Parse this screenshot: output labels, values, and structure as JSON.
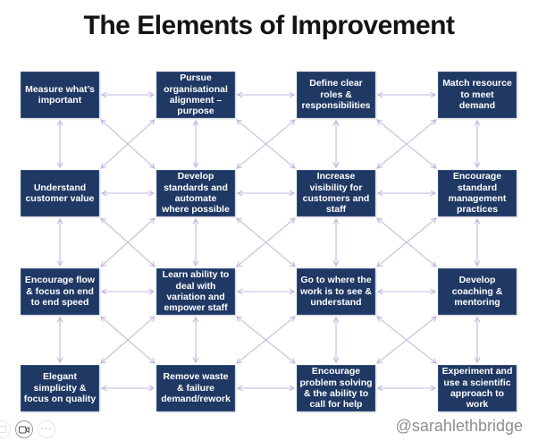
{
  "title": "The Elements of Improvement",
  "attribution": "@sarahlethbridge",
  "colors": {
    "box_fill": "#1f3864",
    "box_border": "#33517f",
    "box_text": "#ffffff",
    "arrow": "#c3b9dc",
    "title_text": "#141414",
    "attribution_text": "#8e8e8e"
  },
  "grid": {
    "rows": 4,
    "cols": 4,
    "boxes": [
      {
        "row": 1,
        "col": 1,
        "label": "Measure what’s\nimportant"
      },
      {
        "row": 1,
        "col": 2,
        "label": "Pursue\norganisational\nalignment –\npurpose"
      },
      {
        "row": 1,
        "col": 3,
        "label": "Define clear\nroles &\nresponsibilities"
      },
      {
        "row": 1,
        "col": 4,
        "label": "Match resource\nto meet\ndemand"
      },
      {
        "row": 2,
        "col": 1,
        "label": "Understand\ncustomer value"
      },
      {
        "row": 2,
        "col": 2,
        "label": "Develop\nstandards and\nautomate\nwhere possible"
      },
      {
        "row": 2,
        "col": 3,
        "label": "Increase\nvisibility for\ncustomers and\nstaff"
      },
      {
        "row": 2,
        "col": 4,
        "label": "Encourage\nstandard\nmanagement\npractices"
      },
      {
        "row": 3,
        "col": 1,
        "label": "Encourage flow\n& focus on end\nto end speed"
      },
      {
        "row": 3,
        "col": 2,
        "label": "Learn ability to\ndeal with\nvariation and\nempower staff"
      },
      {
        "row": 3,
        "col": 3,
        "label": "Go to where the\nwork is to see &\nunderstand"
      },
      {
        "row": 3,
        "col": 4,
        "label": "Develop\ncoaching &\nmentoring"
      },
      {
        "row": 4,
        "col": 1,
        "label": "Elegant\nsimplicity &\nfocus on quality"
      },
      {
        "row": 4,
        "col": 2,
        "label": "Remove waste\n& failure\ndemand/rework"
      },
      {
        "row": 4,
        "col": 3,
        "label": "Encourage\nproblem solving\n& the ability to\ncall for help"
      },
      {
        "row": 4,
        "col": 4,
        "label": "Experiment and\nuse a scientific\napproach to\nwork"
      }
    ]
  },
  "connections": {
    "pattern": "full-lattice",
    "types": [
      "horizontal",
      "vertical",
      "diagonal"
    ],
    "bidirectional": true
  },
  "controls": {
    "items": [
      {
        "icon": "pen-icon"
      },
      {
        "icon": "camera-icon"
      },
      {
        "icon": "ellipsis-icon",
        "glyph": "●●●"
      }
    ]
  }
}
